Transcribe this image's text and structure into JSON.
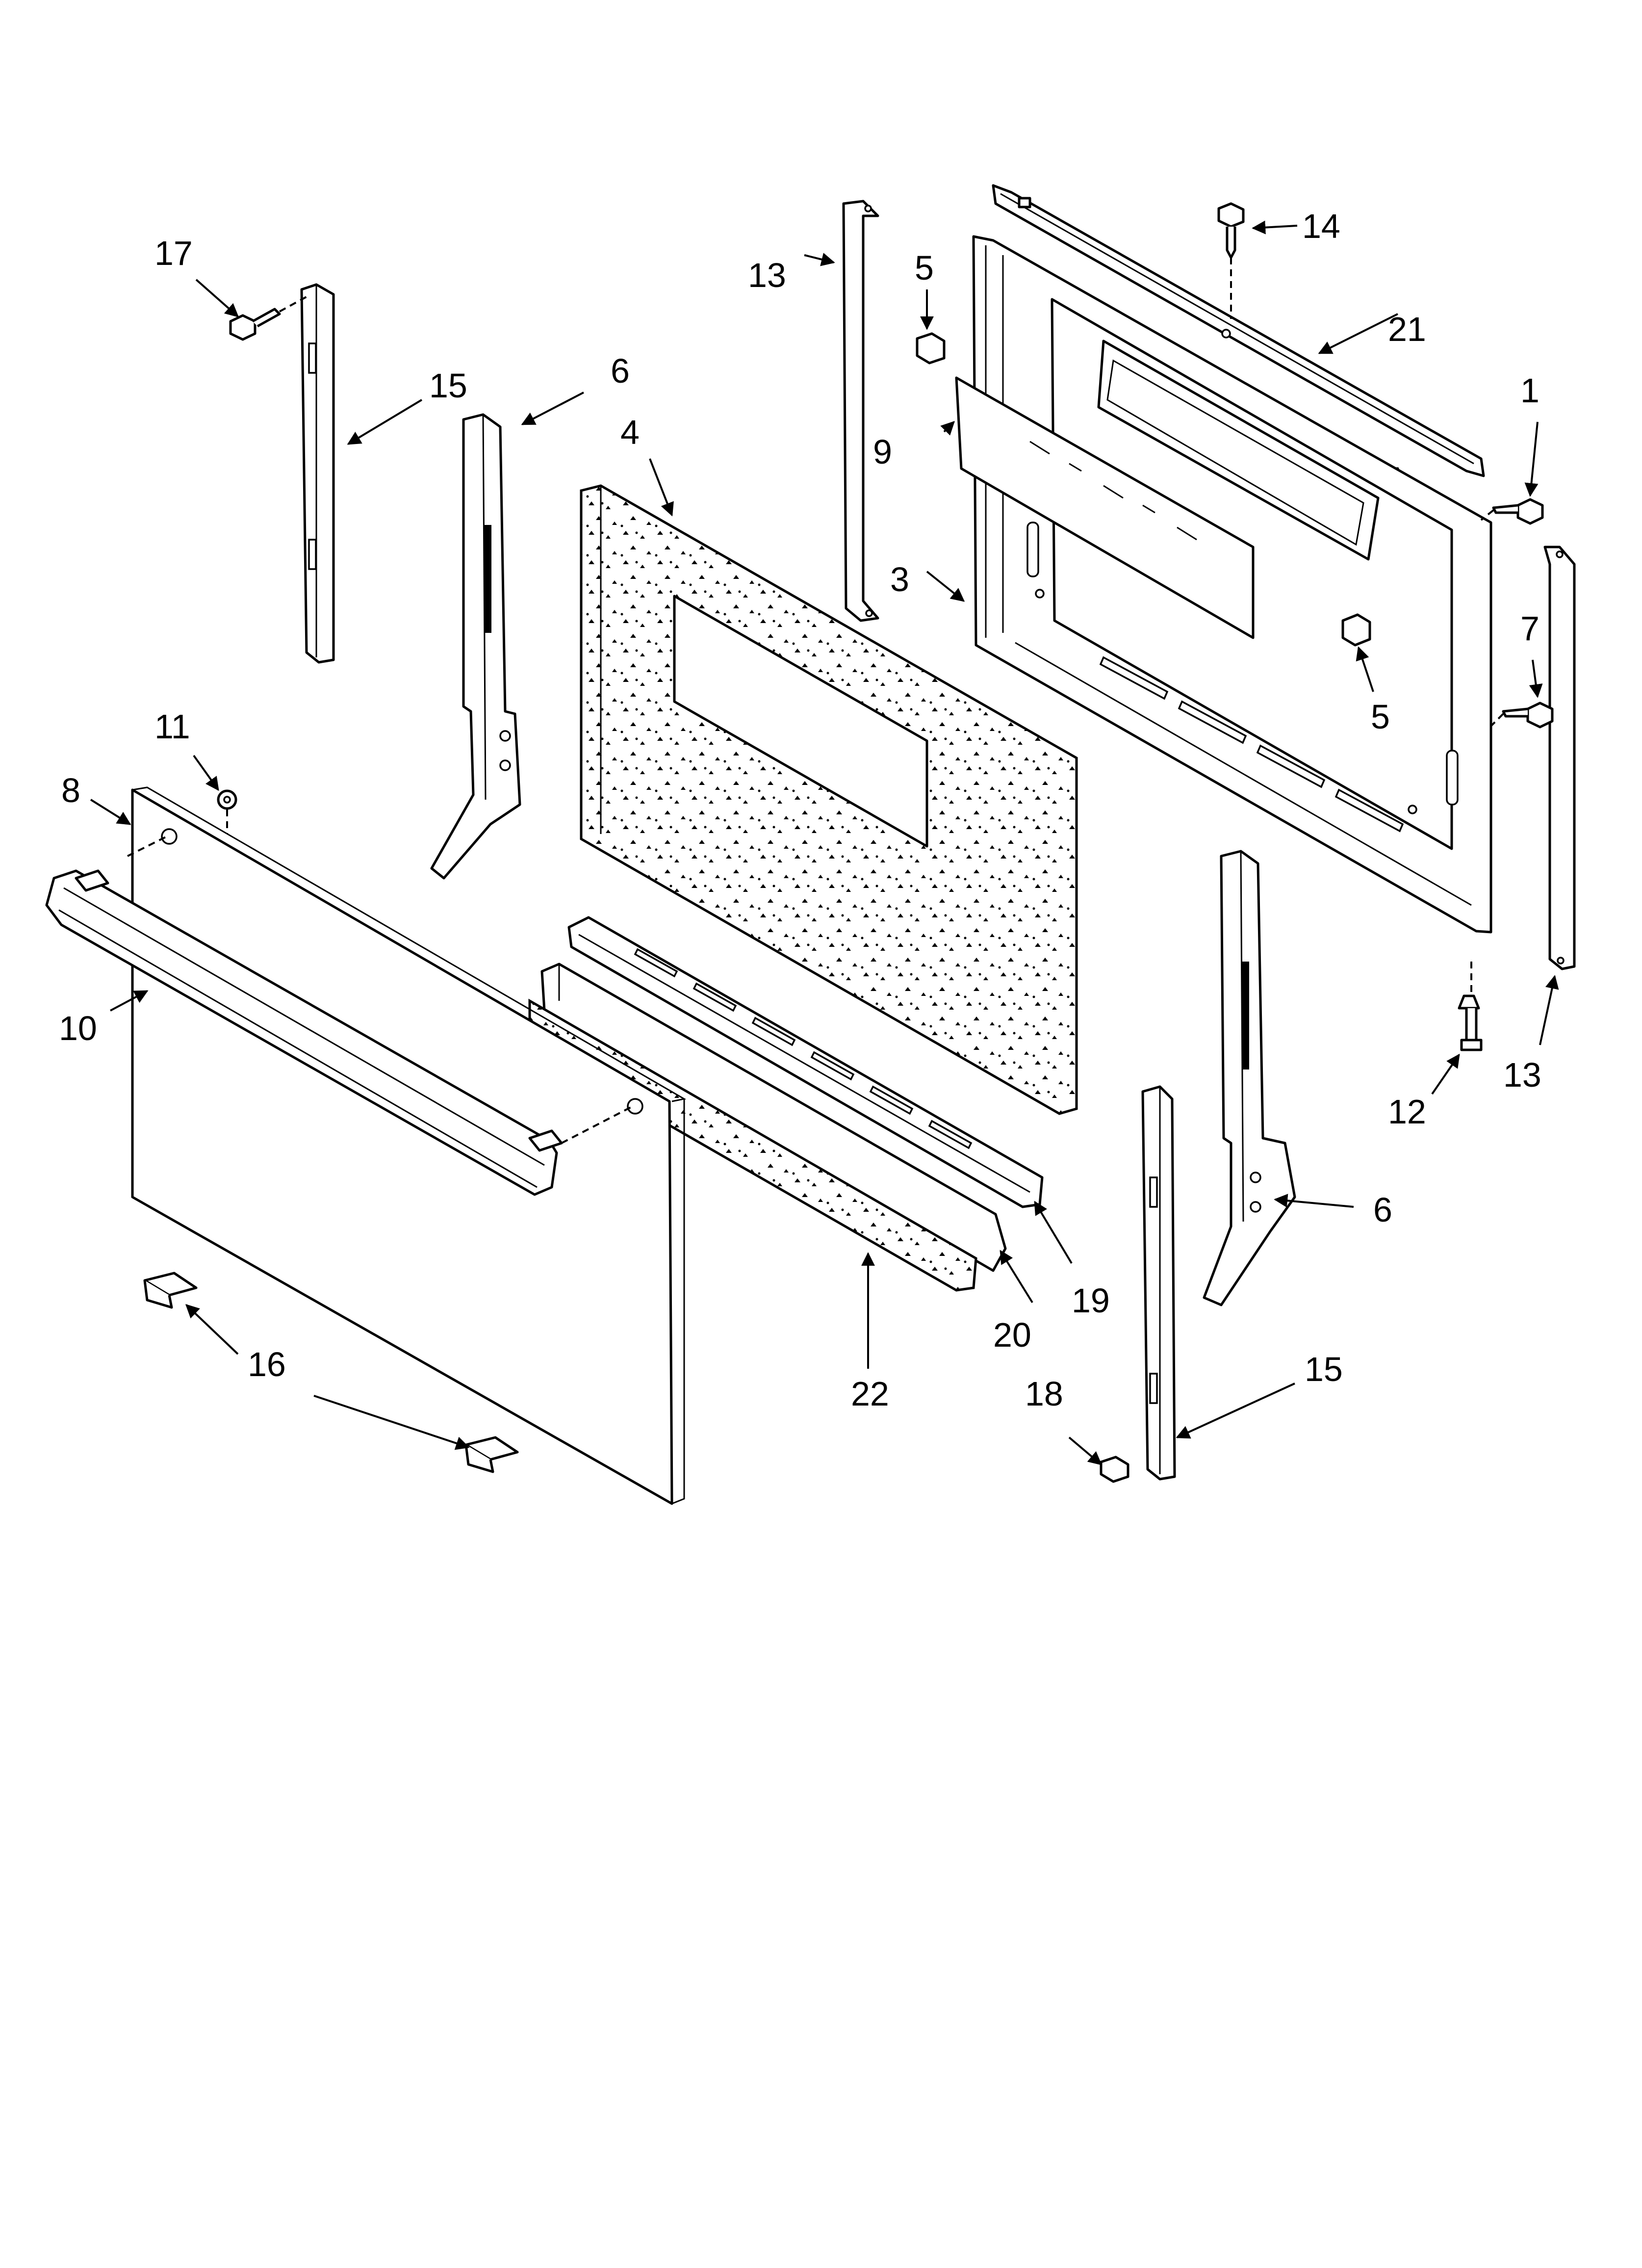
{
  "diagram": {
    "line_color": "#000000",
    "background": "#ffffff",
    "callouts": [
      {
        "id": "c1",
        "text": "1"
      },
      {
        "id": "c3",
        "text": "3"
      },
      {
        "id": "c4",
        "text": "4"
      },
      {
        "id": "c5a",
        "text": "5"
      },
      {
        "id": "c5b",
        "text": "5"
      },
      {
        "id": "c6a",
        "text": "6"
      },
      {
        "id": "c6b",
        "text": "6"
      },
      {
        "id": "c7",
        "text": "7"
      },
      {
        "id": "c8",
        "text": "8"
      },
      {
        "id": "c9",
        "text": "9"
      },
      {
        "id": "c10",
        "text": "10"
      },
      {
        "id": "c11",
        "text": "11"
      },
      {
        "id": "c12",
        "text": "12"
      },
      {
        "id": "c13a",
        "text": "13"
      },
      {
        "id": "c13b",
        "text": "13"
      },
      {
        "id": "c14",
        "text": "14"
      },
      {
        "id": "c15a",
        "text": "15"
      },
      {
        "id": "c15b",
        "text": "15"
      },
      {
        "id": "c16",
        "text": "16"
      },
      {
        "id": "c17",
        "text": "17"
      },
      {
        "id": "c18",
        "text": "18"
      },
      {
        "id": "c19",
        "text": "19"
      },
      {
        "id": "c20",
        "text": "20"
      },
      {
        "id": "c21",
        "text": "21"
      },
      {
        "id": "c22",
        "text": "22"
      }
    ]
  }
}
